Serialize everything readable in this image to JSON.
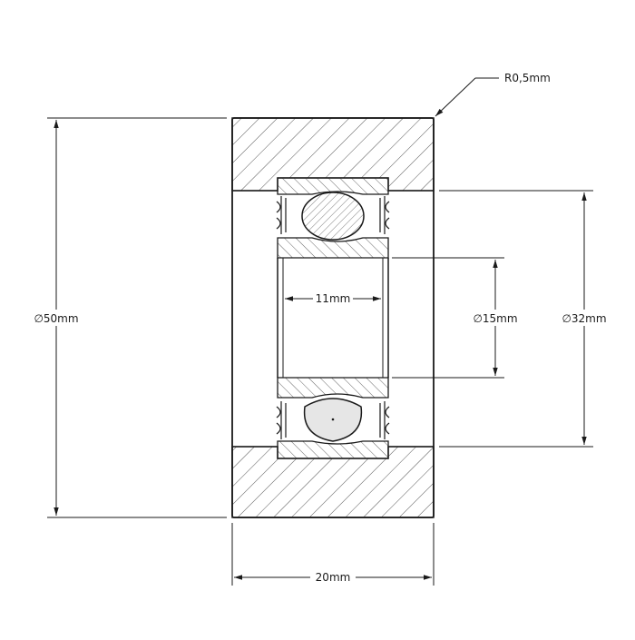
{
  "drawing": {
    "line_color": "#1a1a1a",
    "hatch_color": "#444444",
    "ball_fill": "#e6e6e6",
    "labels": {
      "corner_radius": "R0,5mm",
      "outer_diameter": "∅50mm",
      "inner_diameter": "∅15mm",
      "bearing_diameter": "∅32mm",
      "bearing_width": "11mm",
      "total_width": "20mm"
    }
  }
}
